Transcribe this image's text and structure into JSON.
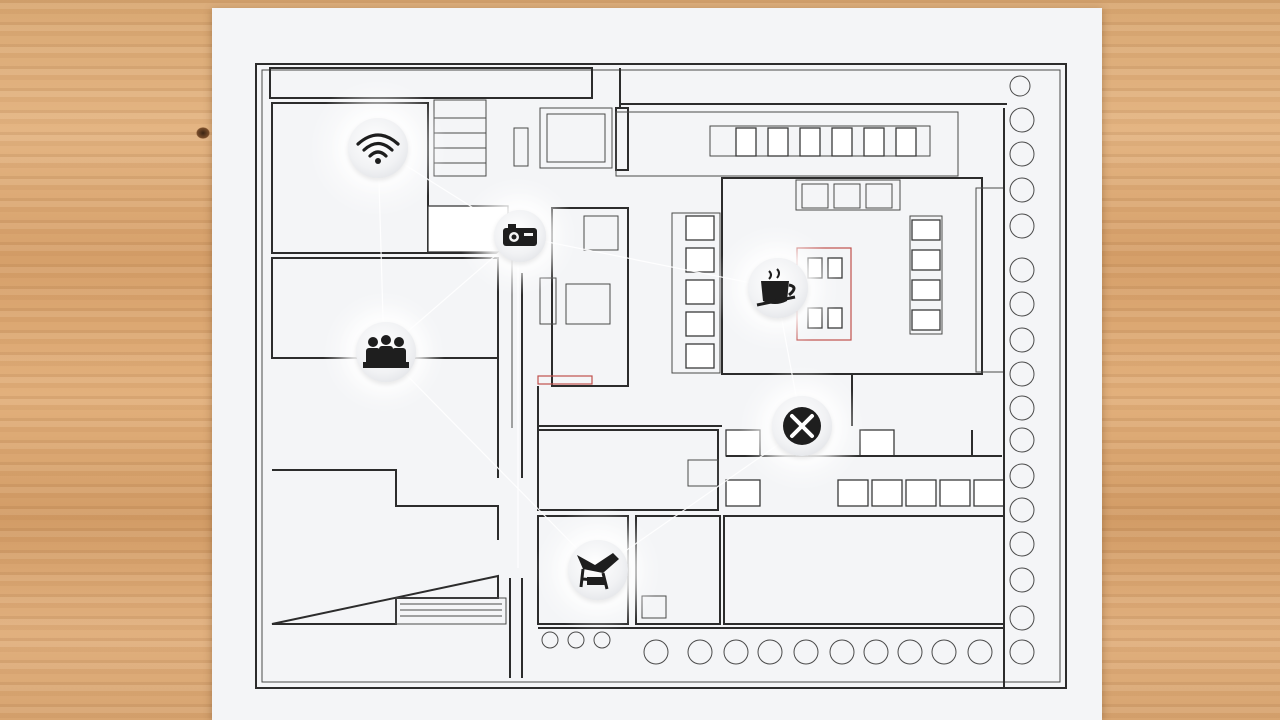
{
  "scene": {
    "surface": "wooden-table",
    "document": "printed-floor-plan"
  },
  "colors": {
    "wood": "#dcaa76",
    "paper": "#f4f5f7",
    "line": "#2c2c2c",
    "accent_red": "#c0504d",
    "marker_dark": "#1e1e1e"
  },
  "markers": [
    {
      "name": "wifi-marker",
      "icon": "wifi-icon"
    },
    {
      "name": "projector-marker",
      "icon": "projector-icon"
    },
    {
      "name": "meeting-marker",
      "icon": "people-icon"
    },
    {
      "name": "coffee-marker",
      "icon": "coffee-cup-icon"
    },
    {
      "name": "dining-marker",
      "icon": "fork-knife-icon"
    },
    {
      "name": "lounge-marker",
      "icon": "lounge-chair-icon"
    }
  ]
}
